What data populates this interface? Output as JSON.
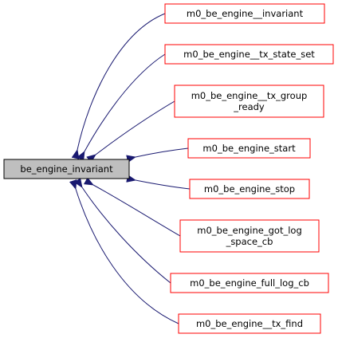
{
  "colors": {
    "root_fill": "#bfbfbf",
    "root_stroke": "#000000",
    "caller_stroke": "#ff0000",
    "edge": "#191970",
    "background": "#ffffff"
  },
  "root": {
    "id": "root",
    "lines": [
      "be_engine_invariant"
    ]
  },
  "callers": [
    {
      "id": "c1",
      "lines": [
        "m0_be_engine__invariant"
      ]
    },
    {
      "id": "c2",
      "lines": [
        "m0_be_engine__tx_state_set"
      ]
    },
    {
      "id": "c3",
      "lines": [
        "m0_be_engine__tx_group",
        "_ready"
      ]
    },
    {
      "id": "c4",
      "lines": [
        "m0_be_engine_start"
      ]
    },
    {
      "id": "c5",
      "lines": [
        "m0_be_engine_stop"
      ]
    },
    {
      "id": "c6",
      "lines": [
        "m0_be_engine_got_log",
        "_space_cb"
      ]
    },
    {
      "id": "c7",
      "lines": [
        "m0_be_engine_full_log_cb"
      ]
    },
    {
      "id": "c8",
      "lines": [
        "m0_be_engine__tx_find"
      ]
    }
  ]
}
